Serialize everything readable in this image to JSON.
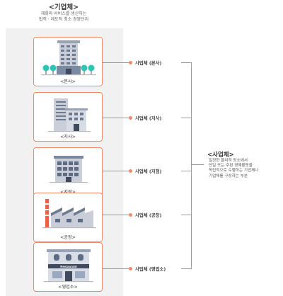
{
  "header": {
    "title": "<기업체>",
    "description": [
      "재화와 서비스를 생산하는",
      "법적 · 제도적 최소 경영단위"
    ]
  },
  "units": [
    {
      "caption": "<본사>",
      "label": "사업체 (본사)",
      "icon": "headquarters-building-icon"
    },
    {
      "caption": "<지사>",
      "label": "사업체 (지사)",
      "icon": "branch-building-icon"
    },
    {
      "caption": "<지점>",
      "label": "사업체 (지점)",
      "icon": "branch-office-icon"
    },
    {
      "caption": "<공장>",
      "label": "사업체 (공장)",
      "icon": "factory-icon"
    },
    {
      "caption": "<영업소>",
      "label": "사업체 (영업소)",
      "icon": "sales-office-icon"
    }
  ],
  "definition": {
    "title": "<사업체>",
    "description": [
      "일정한 물리적 장소에서",
      "단일 또는 주된 경제활동을",
      "독립적으로 수행하는 기업체나",
      "기업체를 구성하는 부분"
    ]
  },
  "colors": {
    "accent": "#f08a6a",
    "panel": "#f1f1f1",
    "connector": "#9a9a9a"
  }
}
